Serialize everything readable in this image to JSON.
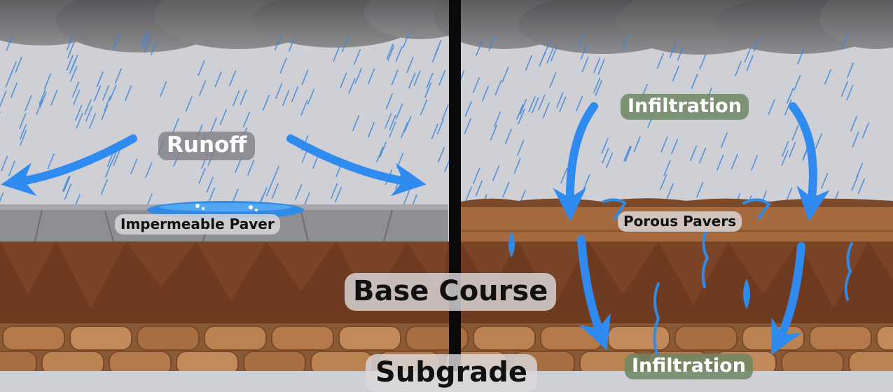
{
  "left_panel": {
    "runoff_label": "Runoff",
    "paver_label": "Impermeable Paver"
  },
  "right_panel": {
    "infiltration_label_top": "Infiltration",
    "paver_label": "Porous Pavers",
    "infiltration_label_bottom": "Infiltration"
  },
  "layers": {
    "base_course_label": "Base Course",
    "subgrade_label": "Subgrade"
  },
  "colors": {
    "sky": "#cfd0d6",
    "cloud": "#6f6f72",
    "rain": "#3f87d6",
    "arrow": "#2f8bef",
    "impermeable_paver": "#8e8e93",
    "porous_paver": "#a56a3e",
    "base_course": "#6e3a20",
    "subgrade": "#b57a4c",
    "divider": "#0a0a0a",
    "water": "#2f8be6"
  }
}
